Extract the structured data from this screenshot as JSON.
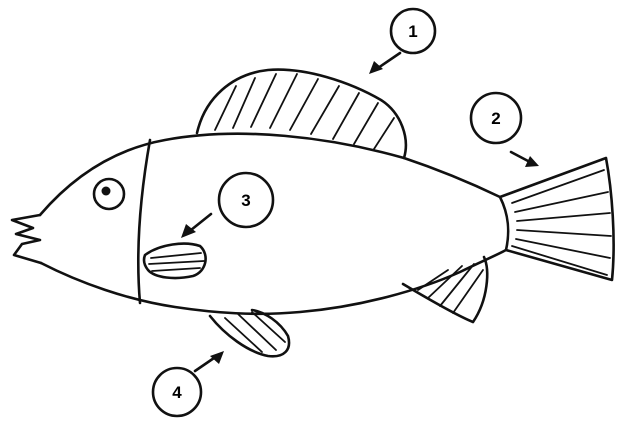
{
  "diagram": {
    "subject": "fish",
    "callouts": [
      {
        "label": "1",
        "points_to": "dorsal-fin"
      },
      {
        "label": "2",
        "points_to": "tail-fin"
      },
      {
        "label": "3",
        "points_to": "pectoral-fin"
      },
      {
        "label": "4",
        "points_to": "pelvic-fin"
      }
    ]
  }
}
